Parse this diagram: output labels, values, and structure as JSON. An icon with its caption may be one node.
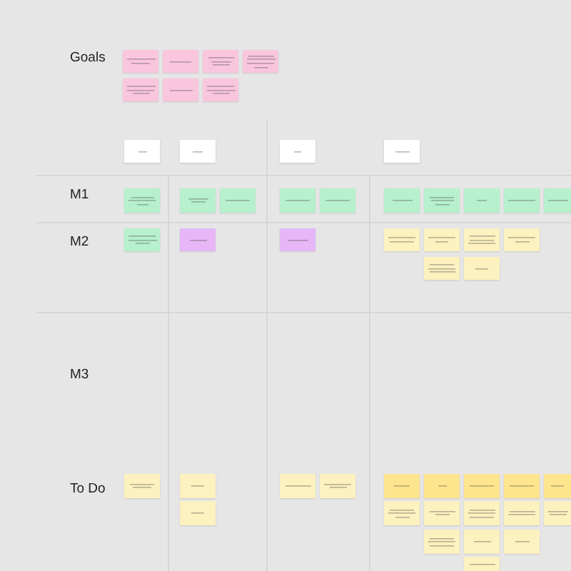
{
  "diagram": {
    "nodes": [
      {
        "text": [],
        "shape": "box"
      },
      {
        "text": [],
        "shape": "box"
      },
      {
        "text": [],
        "shape": "box"
      },
      {
        "text": [],
        "shape": "box"
      },
      {
        "text": [],
        "shape": "box"
      },
      {
        "text": [],
        "shape": "box"
      },
      {
        "text": [],
        "shape": "box"
      },
      {
        "text": [],
        "shape": "box"
      },
      {
        "text": [],
        "shape": "box"
      },
      {
        "text": [],
        "shape": "box"
      },
      {
        "text": [],
        "shape": "box"
      },
      {
        "text": [],
        "shape": "box"
      },
      {
        "text": [],
        "shape": "box"
      },
      {
        "text": [],
        "shape": "box"
      },
      {
        "text": [],
        "shape": "box"
      },
      {
        "text": [],
        "shape": "box"
      },
      {
        "text": [],
        "shape": "box"
      },
      {
        "text": [],
        "shape": "box"
      },
      {
        "text": [],
        "shape": "box"
      },
      {
        "text": [],
        "shape": "box"
      },
      {
        "text": [],
        "shape": "box"
      },
      {
        "text": [],
        "shape": "box"
      },
      {
        "text": [],
        "shape": "box"
      },
      {
        "text": [],
        "shape": "box"
      },
      {
        "text": [],
        "shape": "box"
      },
      {
        "text": [],
        "shape": "box"
      },
      {
        "text": [],
        "shape": "box"
      },
      {
        "text": [],
        "shape": "box"
      },
      {
        "text": [],
        "shape": "box"
      },
      {
        "text": [],
        "shape": "box"
      },
      {
        "text": [],
        "shape": "box"
      },
      {
        "text": [],
        "shape": "box"
      },
      {
        "text": [],
        "shape": "box"
      },
      {
        "text": [],
        "shape": "box"
      },
      {
        "text": [],
        "shape": "box"
      },
      {
        "text": [],
        "shape": "box"
      },
      {
        "text": [],
        "shape": "box"
      },
      {
        "text": [],
        "shape": "box"
      },
      {
        "text": [],
        "shape": "box"
      },
      {
        "text": [],
        "shape": "box"
      },
      {
        "text": [],
        "shape": "box"
      },
      {
        "text": [],
        "shape": "box"
      },
      {
        "text": [],
        "shape": "box"
      },
      {
        "text": [],
        "shape": "box"
      },
      {
        "text": [],
        "shape": "box"
      },
      {
        "text": [],
        "shape": "box"
      },
      {
        "text": [],
        "shape": "box"
      },
      {
        "text": [],
        "shape": "box"
      },
      {
        "text": [],
        "shape": "box"
      }
    ],
    "labels": [
      "Goals",
      "M1",
      "M2",
      "M3",
      "To Do"
    ]
  }
}
